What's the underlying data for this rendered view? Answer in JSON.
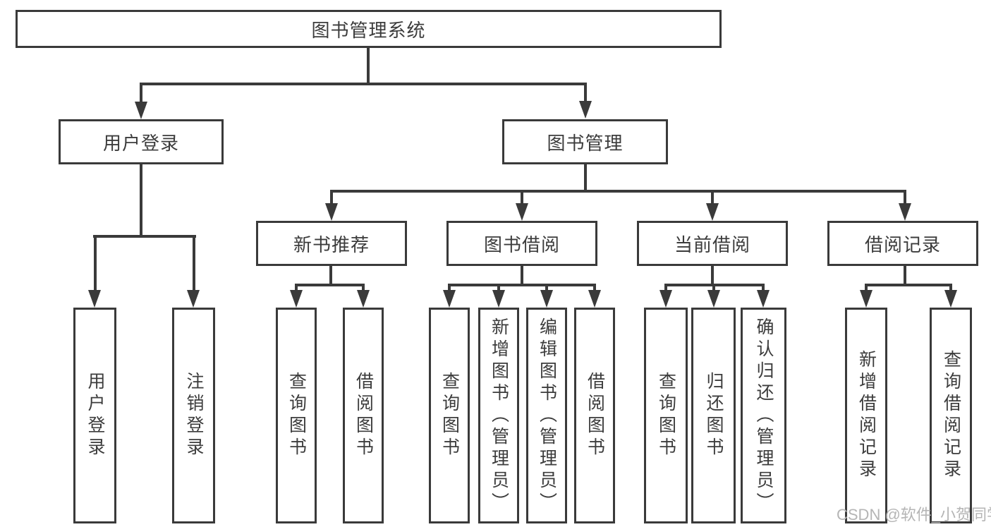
{
  "tree": {
    "root": {
      "label": "图书管理系统"
    },
    "login_branch": {
      "label": "用户登录",
      "leaves": [
        {
          "label": "用户登录"
        },
        {
          "label": "注销登录"
        }
      ]
    },
    "mgmt_branch": {
      "label": "图书管理",
      "groups": [
        {
          "label": "新书推荐",
          "leaves": [
            {
              "label": "查询图书"
            },
            {
              "label": "借阅图书"
            }
          ]
        },
        {
          "label": "图书借阅",
          "leaves": [
            {
              "label": "查询图书"
            },
            {
              "label": "新增图书（管理员）"
            },
            {
              "label": "编辑图书（管理员）"
            },
            {
              "label": "借阅图书"
            }
          ]
        },
        {
          "label": "当前借阅",
          "leaves": [
            {
              "label": "查询图书"
            },
            {
              "label": "归还图书"
            },
            {
              "label": "确认归还（管理员）"
            }
          ]
        },
        {
          "label": "借阅记录",
          "leaves": [
            {
              "label": "新增借阅记录"
            },
            {
              "label": "查询借阅记录"
            }
          ]
        }
      ]
    }
  },
  "watermark": {
    "text": "CSDN @软件_小贺同学"
  },
  "colors": {
    "line": "#3a3a3a",
    "text": "#3c3c3c",
    "watermark": "#b5b5b5",
    "background": "#ffffff"
  }
}
